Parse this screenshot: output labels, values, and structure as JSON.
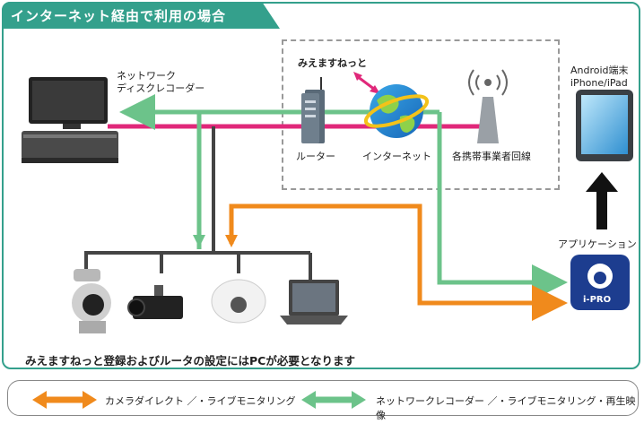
{
  "header": {
    "title": "インターネット経由で利用の場合"
  },
  "labels": {
    "recorder": [
      "ネットワーク",
      "ディスクレコーダー"
    ],
    "mieru": "みえますねっと",
    "router": "ルーター",
    "internet": "インターネット",
    "carrier": "各携帯事業者回線",
    "mobile": [
      "Android端末",
      "iPhone/iPad"
    ],
    "app": "アプリケーション",
    "app_logo": "i-PRO"
  },
  "note": "みえますねっと登録およびルータの設定にはPCが必要となります",
  "legend": {
    "camera_direct": "カメラダイレクト ／・ライブモニタリング",
    "recorder_path": "ネットワークレコーダー ／・ライブモニタリング・再生映像"
  },
  "colors": {
    "frame": "#34a08c",
    "green_arrow": "#6cc38a",
    "orange_arrow": "#f08a1c",
    "magenta_line": "#e0287a",
    "gray_line": "#444444"
  }
}
